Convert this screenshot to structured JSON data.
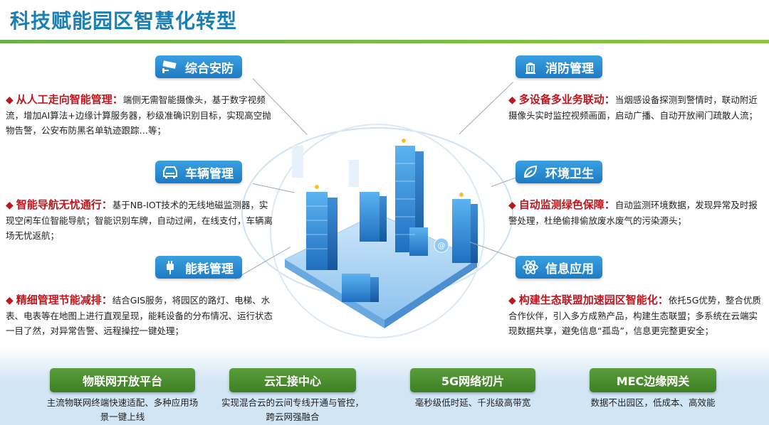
{
  "title": "科技赋能园区智慧化转型",
  "colors": {
    "accent": "#1a7fb5",
    "headline": "#c0161d",
    "badge": "#1e7bc4",
    "green": "#4a8f2e"
  },
  "sections": {
    "security": {
      "badge": "综合安防",
      "icon": "cctv-camera-icon",
      "head": "从人工走向智能管理：",
      "body": "端侧无需智能摄像头，基于数字视频流，增加AI算法+边缘计算服务器，秒级准确识别目标，实现高空抛物告警，公安布防黑名单轨迹跟踪…等；"
    },
    "vehicle": {
      "badge": "车辆管理",
      "icon": "car-icon",
      "head": "智能导航无忧通行：",
      "body": "基于NB-IOT技术的无线地磁监测器，实现空闲车位智能导航；智能识别车牌，自动过闸，在线支付，车辆离场无忧返航；"
    },
    "energy": {
      "badge": "能耗管理",
      "icon": "power-plug-icon",
      "head": "精细管理节能减排：",
      "body": "结合GIS服务，将园区的路灯、电梯、水表、电表等在地图上进行直观呈现，能耗设备的分布情况、运行状态一目了然，对异常告警、远程操控一键处理；"
    },
    "fire": {
      "badge": "消防管理",
      "icon": "fire-hydrant-icon",
      "head": "多设备多业务联动：",
      "body": "当烟感设备探测到警情时，联动附近摄像头实时监控视频画面，启动广播、自动开放闸门疏散人流；"
    },
    "environment": {
      "badge": "环境卫生",
      "icon": "leaf-icon",
      "head": "自动监测绿色保障：",
      "body": "自动监测环境数据，发现异常及时报警处理，杜绝偷排偷放废水废气的污染源头；"
    },
    "info": {
      "badge": "信息应用",
      "icon": "atom-icon",
      "head": "构建生态联盟加速园区智能化：",
      "body": "依托5G优势，整合优质合作伙伴，引入多方成熟产品，构建生态联盟；多系统在云端实现数据共享，避免信息“孤岛”，信息更完整更安全；"
    }
  },
  "platforms": [
    {
      "label": "物联网开放平台",
      "desc": "主流物联网终端快速适配、多种应用场景一键上线"
    },
    {
      "label": "云汇接中心",
      "desc": "实现混合云的云间专线开通与管控，跨云网强融合"
    },
    {
      "label": "5G网络切片",
      "desc": "毫秒级低时延、千兆级高带宽"
    },
    {
      "label": "MEC边缘网关",
      "desc": "数据不出园区，低成本、高效能"
    }
  ]
}
